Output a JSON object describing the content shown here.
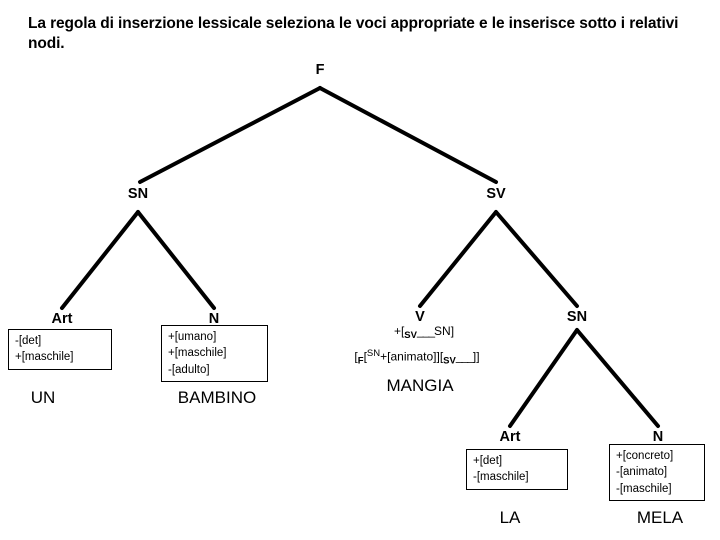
{
  "title": "La regola di inserzione lessicale seleziona le voci appropriate e le inserisce sotto i relativi nodi.",
  "tree": {
    "nodes": {
      "root": "F",
      "sn_left": "SN",
      "sv": "SV",
      "art_left": "Art",
      "n_left": "N",
      "v": "V",
      "sn_right": "SN",
      "art_right": "Art",
      "n_right": "N"
    },
    "edges": [
      {
        "from": "F",
        "to": "SN"
      },
      {
        "from": "F",
        "to": "SV"
      },
      {
        "from": "SN",
        "to": "Art"
      },
      {
        "from": "SN",
        "to": "N"
      },
      {
        "from": "SV",
        "to": "V"
      },
      {
        "from": "SV",
        "to": "SN"
      },
      {
        "from": "SN",
        "to": "Art"
      },
      {
        "from": "SN",
        "to": "N"
      }
    ]
  },
  "feature_matrices": {
    "art_left": [
      "-[det]",
      "+[maschile]"
    ],
    "n_left": [
      "+[umano]",
      "+[maschile]",
      "-[adulto]"
    ],
    "art_right": [
      "+[det]",
      "-[maschile]"
    ],
    "n_right": [
      "+[concreto]",
      "-[animato]",
      "-[maschile]"
    ]
  },
  "verb_frame": {
    "line1_prefix": "+[",
    "line1_sub": "SV",
    "line1_rule": "___",
    "line1_suffix": "SN]",
    "line2_open": "[",
    "line2_sub_f": "F",
    "line2_bracket_sn": "[",
    "line2_sup_sn": "SN",
    "line2_animato": "+[animato]][",
    "line2_sub_sv": "SV",
    "line2_rule": "___",
    "line2_close": "]]"
  },
  "words": {
    "un": "UN",
    "bambino": "BAMBINO",
    "mangia": "MANGIA",
    "la": "LA",
    "mela": "MELA"
  },
  "colors": {
    "ink": "#000000",
    "background": "#ffffff"
  }
}
